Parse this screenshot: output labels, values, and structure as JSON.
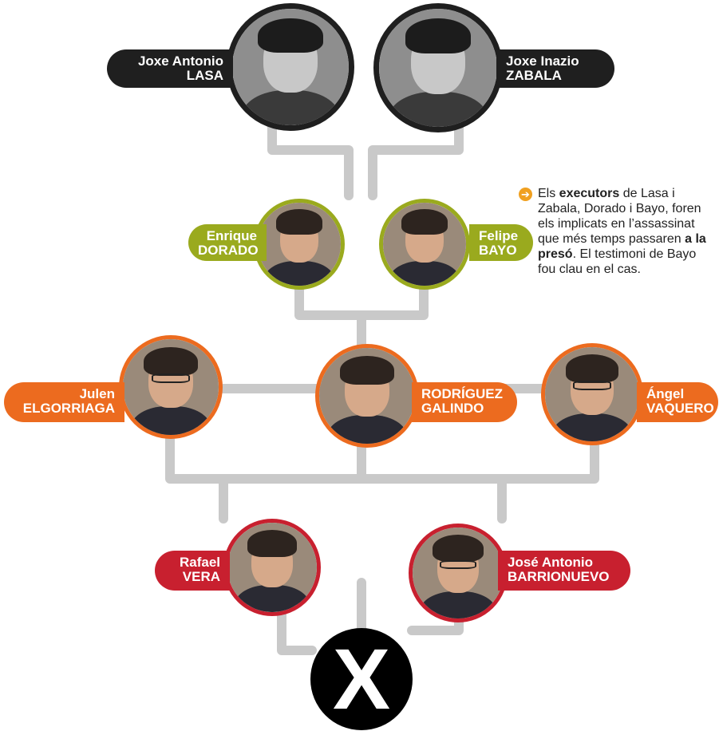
{
  "colors": {
    "victims": "#1f1f1f",
    "executors": "#9aaa1e",
    "commanders": "#ec6b1f",
    "politicians": "#c8202f",
    "connector": "#c9c9c9",
    "note_arrow": "#f0a020"
  },
  "people": {
    "lasa": {
      "first": "Joxe Antonio",
      "last": "LASA"
    },
    "zabala": {
      "first": "Joxe Inazio",
      "last": "ZABALA"
    },
    "dorado": {
      "first": "Enrique",
      "last": "DORADO"
    },
    "bayo": {
      "first": "Felipe",
      "last": "BAYO"
    },
    "elgorriaga": {
      "first": "Julen",
      "last": "ELGORRIAGA"
    },
    "galindo": {
      "first": "RODRÍGUEZ",
      "last": "GALINDO"
    },
    "vaquero": {
      "first": "Ángel",
      "last": "VAQUERO"
    },
    "vera": {
      "first": "Rafael",
      "last": "VERA"
    },
    "barrionuevo": {
      "first": "José Antonio",
      "last": "BARRIONUEVO"
    }
  },
  "note": {
    "prefix": "Els ",
    "bold1": "executors",
    "middle": " de Lasa i Zabala, Dorado i Bayo, foren els implicats en l’assassinat que més temps passaren ",
    "bold2": "a la presó",
    "suffix": ". El testimoni de Bayo fou clau en el cas.",
    "arrow_icon": "➔"
  },
  "bottom": {
    "symbol": "X"
  }
}
